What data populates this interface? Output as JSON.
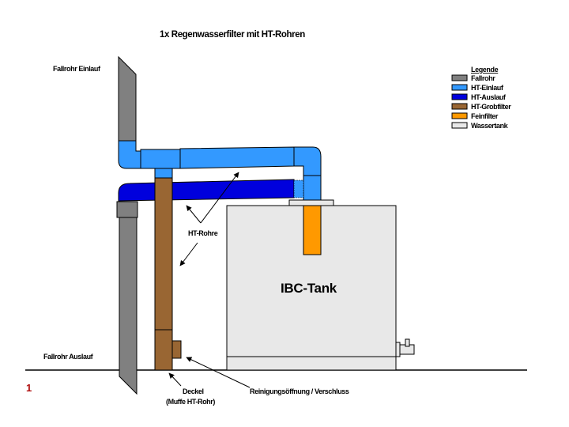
{
  "title": "1x Regenwasserfilter mit HT-Rohren",
  "labels": {
    "fallrohr_einlauf": "Fallrohr Einlauf",
    "fallrohr_auslauf": "Fallrohr Auslauf",
    "ht_rohre": "HT-Rohre",
    "tank": "IBC-Tank",
    "deckel_line1": "Deckel",
    "deckel_line2": "(Muffe HT-Rohr)",
    "reinigung": "Reinigungsöffnung / Verschluss",
    "page_number": "1"
  },
  "legend": {
    "title": "Legende",
    "items": [
      {
        "label": "Fallrohr",
        "color": "#808080"
      },
      {
        "label": "HT-Einlauf",
        "color": "#3399ff"
      },
      {
        "label": "HT-Auslauf",
        "color": "#0000dd"
      },
      {
        "label": "HT-Grobfilter",
        "color": "#996633"
      },
      {
        "label": "Feinfilter",
        "color": "#ff9900"
      },
      {
        "label": "Wassertank",
        "color": "#e8e8e8"
      }
    ]
  },
  "colors": {
    "fallrohr": "#808080",
    "ht_einlauf": "#3399ff",
    "ht_auslauf": "#0000dd",
    "grobfilter": "#996633",
    "feinfilter": "#ff9900",
    "wassertank": "#e8e8e8"
  }
}
